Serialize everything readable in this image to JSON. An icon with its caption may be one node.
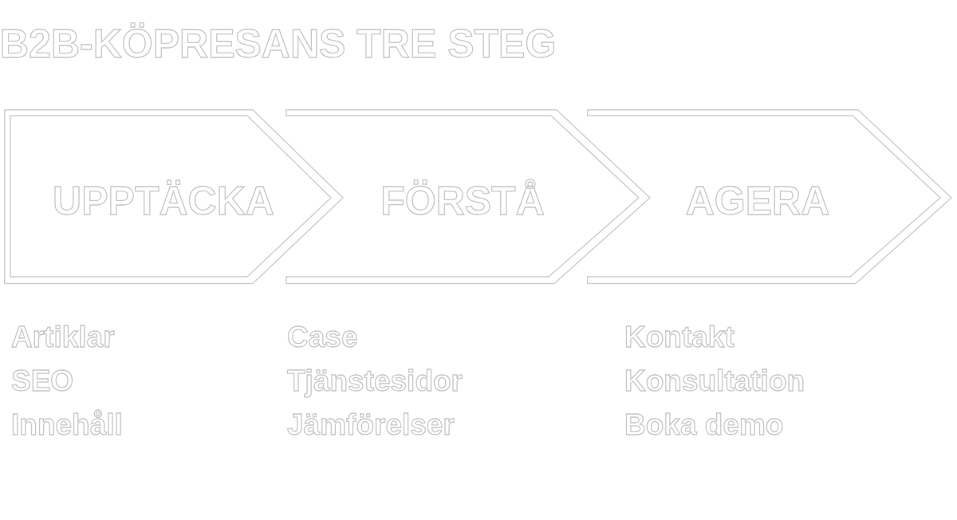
{
  "diagram": {
    "title": "B2B-KÖPRESANS TRE STEG",
    "nodes": [
      {
        "text": [
          "UPPTÄCKA"
        ],
        "beside": [
          "Artiklar",
          "SEO",
          "Innehåll"
        ]
      },
      {
        "text": [
          "FÖRSTÅ"
        ],
        "beside": [
          "Case",
          "Tjänstesidor",
          "Jämförelser"
        ]
      },
      {
        "text": [
          "AGERA"
        ],
        "beside": [
          "Kontakt",
          "Konsultation",
          "Boka demo"
        ]
      }
    ]
  }
}
